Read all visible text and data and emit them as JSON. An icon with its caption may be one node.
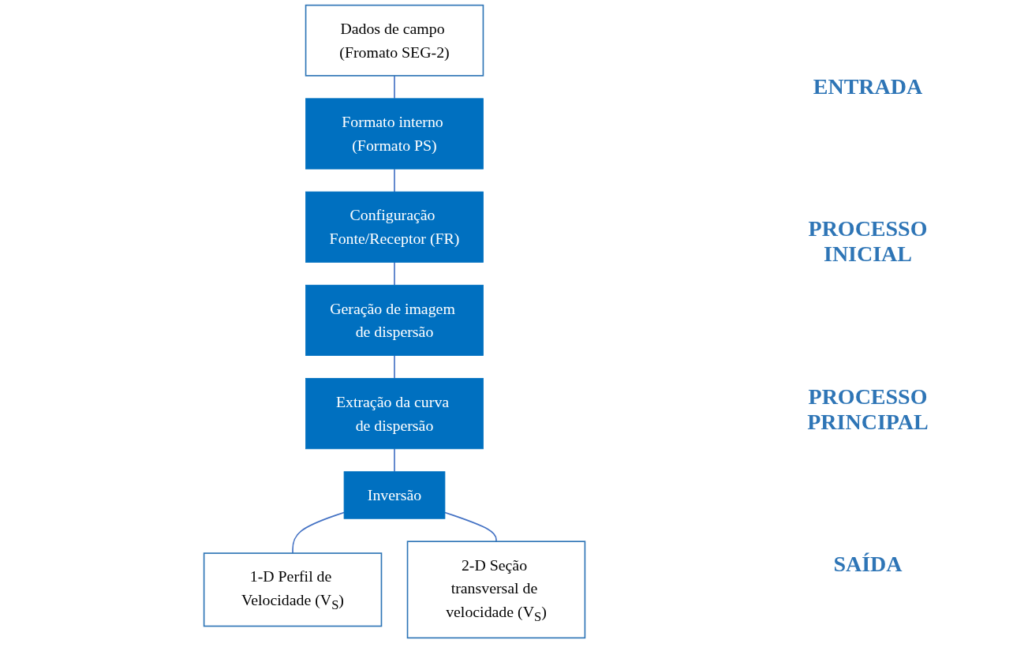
{
  "diagram": {
    "nodes": [
      {
        "text": [
          "Dados de campo (Fromato SEG-2)"
        ]
      },
      {
        "text": [
          "Formato interno (Formato PS)"
        ]
      },
      {
        "text": [
          "Configuração Fonte/Receptor (FR)"
        ]
      },
      {
        "text": [
          "Geração de imagem de dispersão"
        ]
      },
      {
        "text": [
          "Extração da curva de dispersão"
        ]
      },
      {
        "text": [
          "Inversão"
        ]
      },
      {
        "text": [
          "1-D Perfil de Velocidade (V$_{S}$)"
        ]
      },
      {
        "text": [
          "2-D Seção transversal de velocidade (V$_{S}$)"
        ]
      }
    ],
    "edges": [
      {
        "from": 0,
        "to": 1,
        "arrow": "none"
      },
      {
        "from": 1,
        "to": 2,
        "arrow": "none"
      },
      {
        "from": 2,
        "to": 3,
        "arrow": "none"
      },
      {
        "from": 3,
        "to": 4,
        "arrow": "none"
      },
      {
        "from": 4,
        "to": 5,
        "arrow": "none"
      },
      {
        "from": 5,
        "to": 6,
        "arrow": "none"
      },
      {
        "from": 5,
        "to": 7,
        "arrow": "none"
      }
    ],
    "labels": [
      "ENTRADA",
      "PROCESSO INICIAL",
      "PROCESSO PRINCIPAL",
      "SAÍDA"
    ]
  }
}
